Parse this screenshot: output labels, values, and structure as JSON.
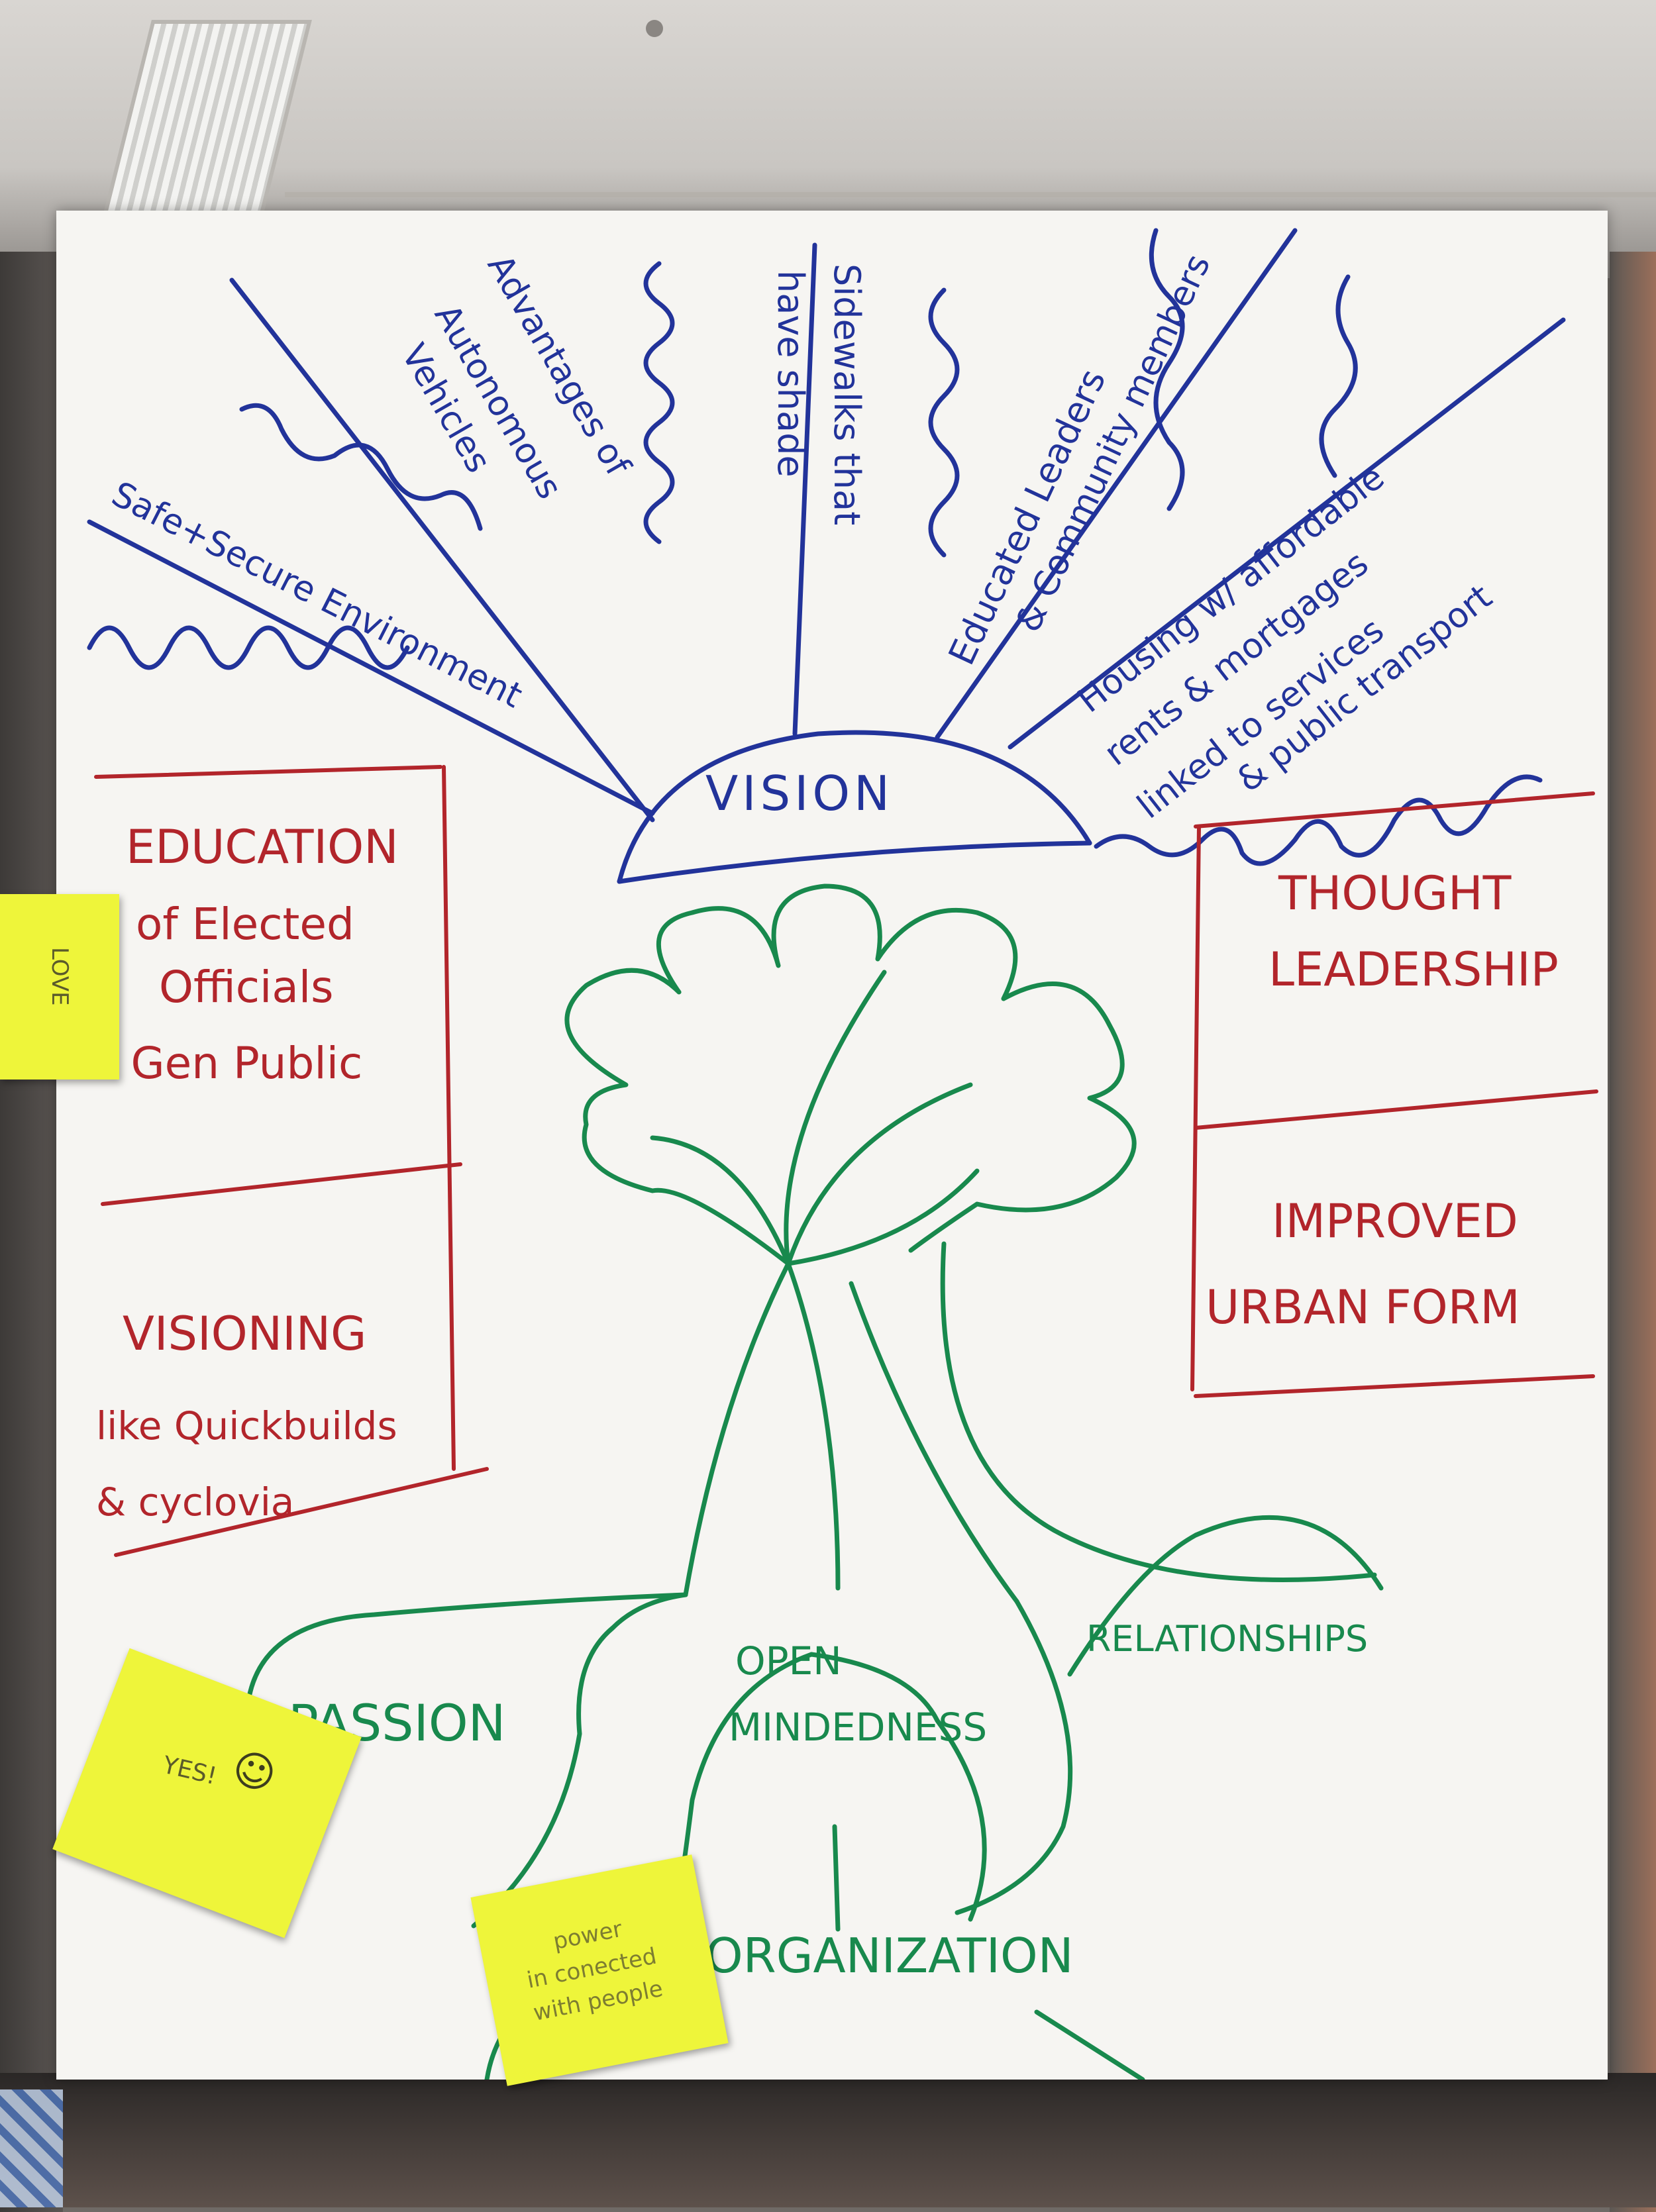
{
  "rays": [
    "Safe+Secure Environment",
    "Advantages of",
    "Autonomous",
    "Vehicles",
    "Sidewalks that",
    "have shade",
    "Educated Leaders",
    "& Community members",
    "Housing w/ affordable",
    "rents & mortgages",
    "linked to services",
    "& public transport"
  ],
  "vision_label": "VISION",
  "left_panel": {
    "box1": [
      "EDUCATION",
      "of Elected",
      "Officials",
      "& Gen Public"
    ],
    "box2": [
      "VISIONING",
      "like Quickbuilds",
      "& cyclovia"
    ]
  },
  "right_panel": {
    "box1": [
      "THOUGHT",
      "LEADERSHIP"
    ],
    "box2": [
      "IMPROVED",
      "URBAN FORM"
    ]
  },
  "roots": {
    "passion": "PASSION",
    "open_mindedness": [
      "OPEN",
      "MINDEDNESS"
    ],
    "relationships": "RELATIONSHIPS",
    "organization": "ORGANIZATION"
  },
  "stickies": {
    "love": "LOVE",
    "yes": "YES!",
    "power": [
      "power",
      "in conected",
      "with people"
    ]
  },
  "colors": {
    "blue_marker": "#22339a",
    "red_marker": "#b2252b",
    "green_marker": "#18894d",
    "sticky_note": "#eef53a",
    "paper": "#f6f5f2"
  }
}
